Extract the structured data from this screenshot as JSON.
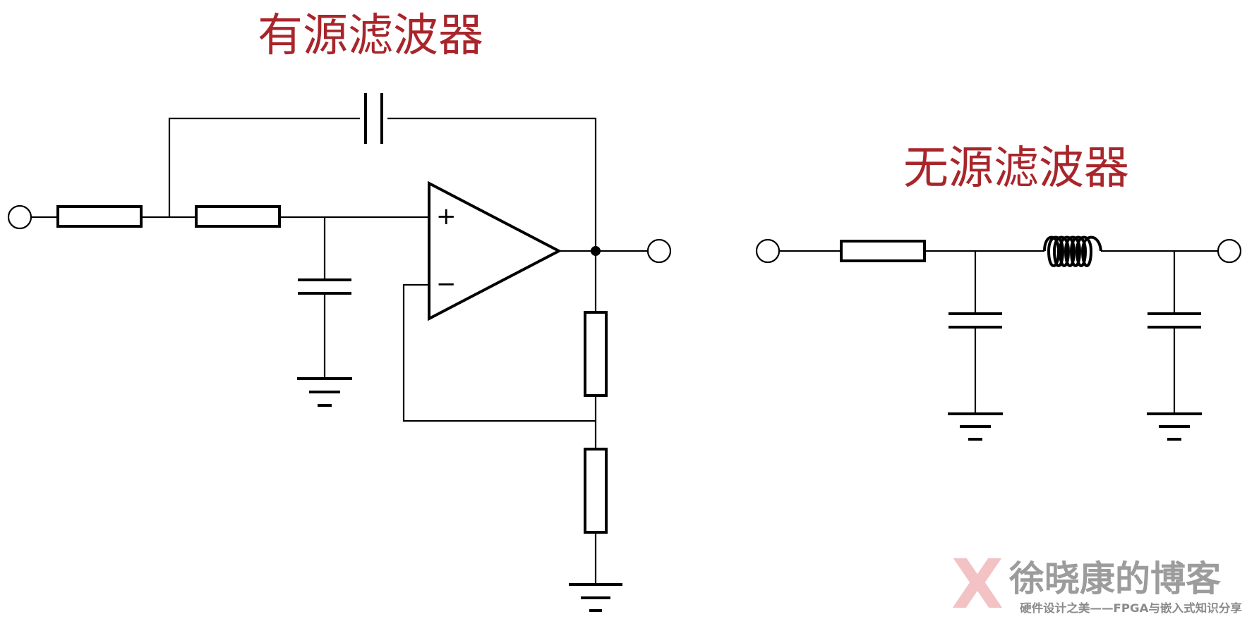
{
  "titles": {
    "active": "有源滤波器",
    "passive": "无源滤波器"
  },
  "opamp": {
    "plus": "+",
    "minus": "−"
  },
  "watermark": {
    "logo_letter": "X",
    "name": "徐晓康的博客",
    "tagline": "硬件设计之美——FPGA与嵌入式知识分享"
  },
  "colors": {
    "title": "#a8262b",
    "wire": "#000000",
    "watermark_logo": "#f2c2c4",
    "watermark_text": "#9c9c9c"
  }
}
